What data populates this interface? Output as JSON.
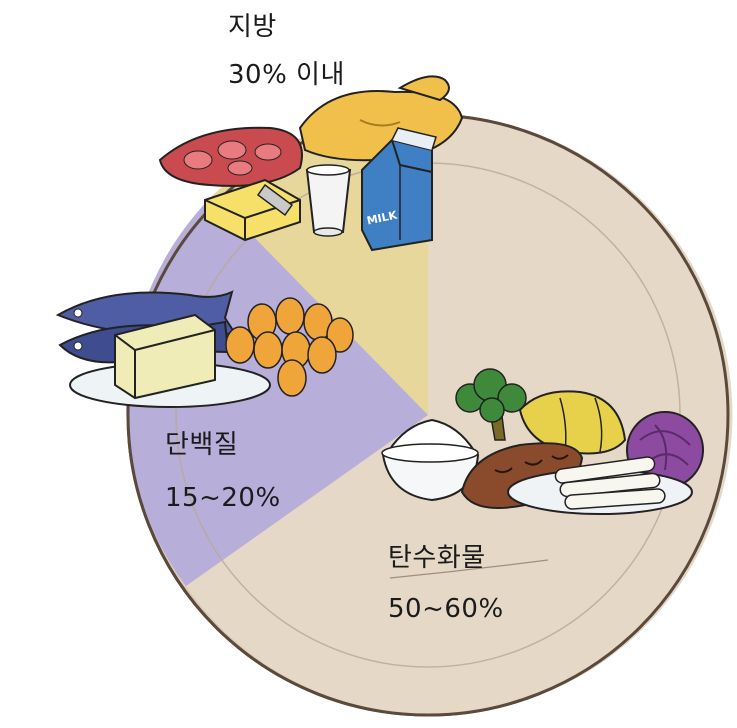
{
  "segments": [
    {
      "key": "fat",
      "name": "지방",
      "range": "30% 이내",
      "color": "#e7d79a"
    },
    {
      "key": "protein",
      "name": "단백질",
      "range": "15~20%",
      "color": "#b7afd9"
    },
    {
      "key": "carbohydrate",
      "name": "탄수화물",
      "range": "50~60%",
      "color": "#e6d8c7"
    }
  ],
  "food_groups": {
    "fat": [
      "meat-slice",
      "roast-chicken",
      "butter-block",
      "milk-glass",
      "milk-carton"
    ],
    "protein": [
      "fish",
      "eggs",
      "tofu-plate"
    ],
    "carbohydrate": [
      "rice-bowl",
      "bread-loaf",
      "broccoli",
      "sweet-potatoes",
      "red-cabbage",
      "rice-cake-plate"
    ]
  },
  "milk_carton_text": "MILK",
  "colors": {
    "plate_rim": "#dccbba",
    "plate_outline": "#6f5d4c",
    "fat_wedge": "#e7d79a",
    "protein_wedge": "#b7afd9",
    "carb_wedge": "#e6d8c7"
  }
}
